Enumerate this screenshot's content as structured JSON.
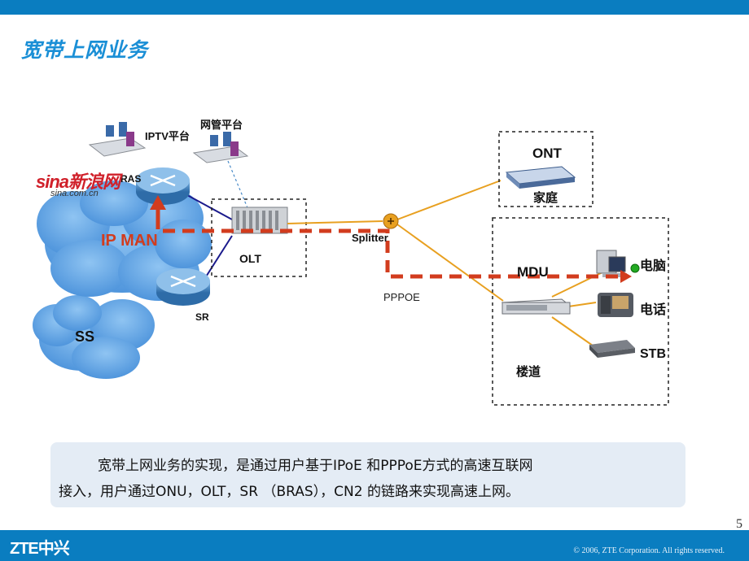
{
  "slide": {
    "title": "宽带上网业务",
    "page_number": "5",
    "logo_text": "ZTE中兴",
    "copyright": "© 2006, ZTE Corporation. All rights reserved."
  },
  "logos": {
    "sina_main": "sina新浪网",
    "sina_sub": "sina.com.cn"
  },
  "labels": {
    "iptv": "IPTV平台",
    "nms": "网管平台",
    "bras_partial": "RAS",
    "ip_man": "IP MAN",
    "olt": "OLT",
    "sr": "SR",
    "ss": "SS",
    "splitter": "Splitter",
    "pppoe": "PPPOE",
    "ont": "ONT",
    "home": "家庭",
    "mdu": "MDU",
    "pc": "电脑",
    "phone": "电话",
    "stb": "STB",
    "corridor": "楼道"
  },
  "description": {
    "line1": "宽带上网业务的实现，是通过用户基于IPoE 和PPPoE方式的高速互联网",
    "line2": "接入，用户通过ONU，OLT，SR （BRAS），CN2 的链路来实现高速上网。"
  },
  "colors": {
    "header_blue": "#0a7dc0",
    "title_blue": "#1a8fd6",
    "fiber_orange": "#e8a020",
    "path_red": "#d23c1e",
    "cloud_blue": "#62a8e8",
    "link_navy": "#1a1a8c"
  }
}
